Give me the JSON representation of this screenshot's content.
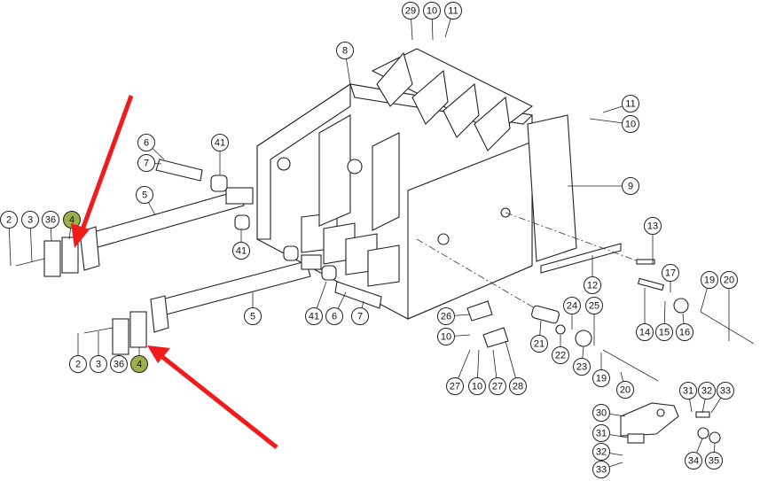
{
  "title": "Frame assembly exploded parts diagram",
  "highlight_color": "#9cb04a",
  "arrow_color": "#ee1c1c",
  "callouts": [
    "29",
    "10",
    "11",
    "8",
    "11",
    "10",
    "6",
    "41",
    "7",
    "9",
    "5",
    "2",
    "3",
    "36",
    "4",
    "13",
    "41",
    "17",
    "19",
    "20",
    "12",
    "5",
    "41",
    "6",
    "7",
    "26",
    "24",
    "25",
    "10",
    "14",
    "15",
    "16",
    "21",
    "22",
    "23",
    "2",
    "3",
    "36",
    "4",
    "19",
    "27",
    "10",
    "27",
    "28",
    "20",
    "31",
    "32",
    "33",
    "30",
    "31",
    "32",
    "33",
    "34",
    "35"
  ],
  "highlighted_part": "4"
}
